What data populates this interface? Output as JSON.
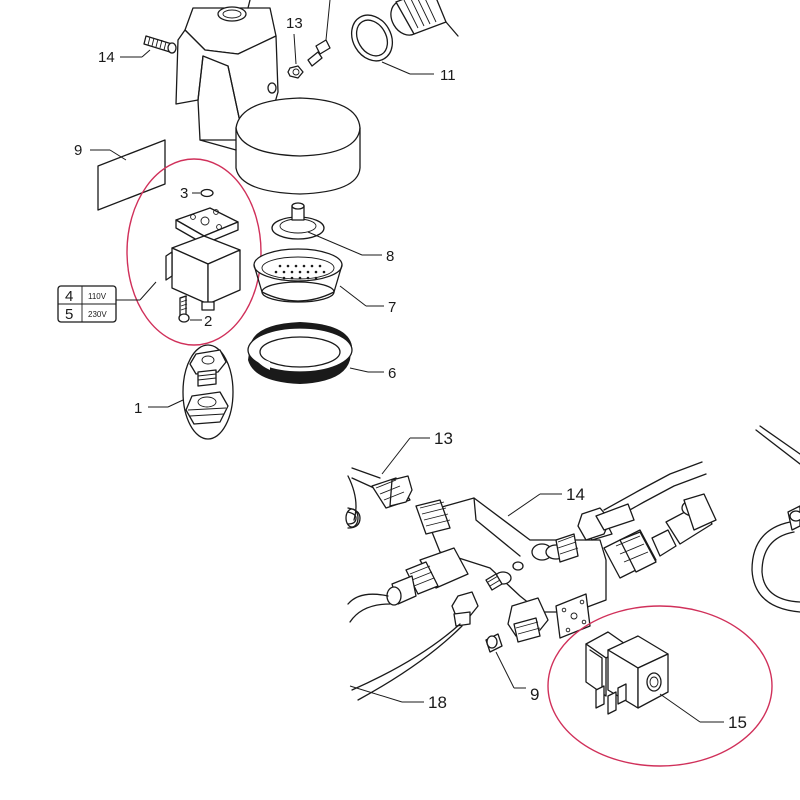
{
  "colors": {
    "highlight": "#d0305a",
    "line": "#1a1a1a"
  },
  "top": {
    "callouts": {
      "c1": "1",
      "c2": "2",
      "c3": "3",
      "c6": "6",
      "c7": "7",
      "c8": "8",
      "c9": "9",
      "c11": "11",
      "c13": "13",
      "c14": "14"
    },
    "voltage_table": [
      {
        "num": "4",
        "volt": "110V"
      },
      {
        "num": "5",
        "volt": "230V"
      }
    ]
  },
  "bottom": {
    "callouts": {
      "c9": "9",
      "c13": "13",
      "c14": "14",
      "c15": "15",
      "c18": "18"
    }
  }
}
